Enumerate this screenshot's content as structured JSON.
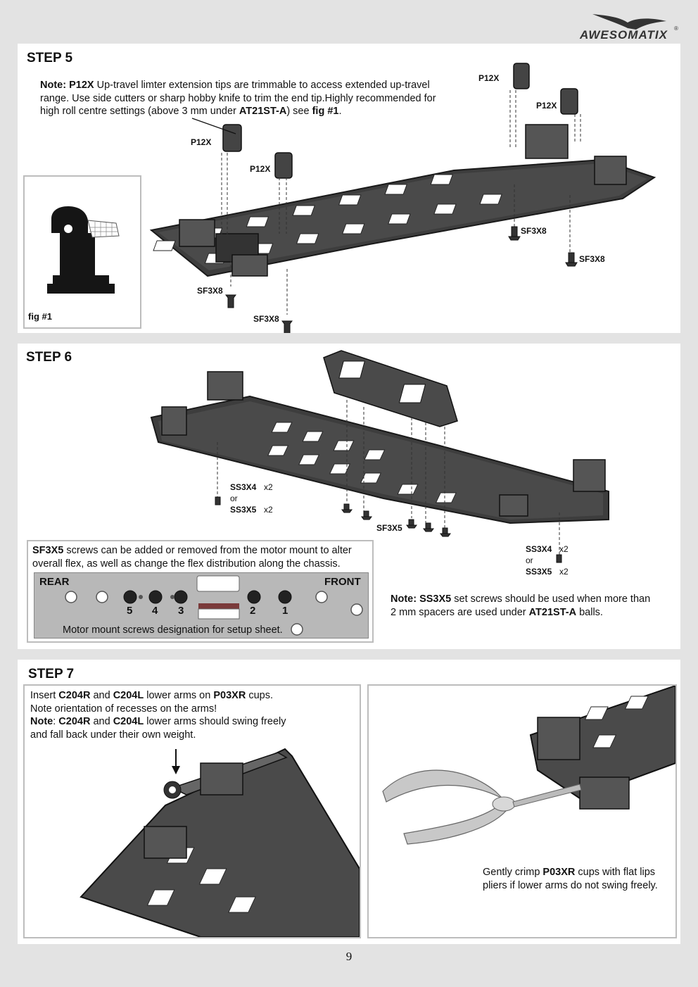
{
  "logo": {
    "text": "AWESOMATIX",
    "reg": "®"
  },
  "step5": {
    "title": "STEP 5",
    "note": {
      "lead": "Note: ",
      "part": "P12X",
      "t1": " Up-travel limter extension tips are trimmable to access extended up-travel range. Use side cutters or sharp hobby knife to trim the end tip.Highly recommended for high roll centre settings (above 3 mm under ",
      "ref": "AT21ST-A",
      "t2": ") see ",
      "fig": "fig #1",
      "t3": "."
    },
    "labels": {
      "p12x": "P12X",
      "sf3x8": "SF3X8"
    },
    "fig_label": "fig #1"
  },
  "step6": {
    "title": "STEP 6",
    "callout1": {
      "a": "SS3X4",
      "ax": "x2",
      "or": "or",
      "b": "SS3X5",
      "bx": "x2"
    },
    "sf3x5": "SF3X5",
    "callout2": {
      "a": "SS3X4",
      "ax": "x2",
      "or": "or",
      "b": "SS3X5",
      "bx": "x2"
    },
    "flex": {
      "part": "SF3X5",
      "text": " screws can be added or removed from the motor mount to alter overall flex, as well as change the flex distribution along the chassis."
    },
    "mount": {
      "rear": "REAR",
      "front": "FRONT",
      "numbers": [
        "5",
        "4",
        "3",
        "2",
        "1"
      ],
      "caption": "Motor mount screws designation for setup sheet."
    },
    "note": {
      "lead": "Note: ",
      "part": "SS3X5",
      "t1": " set screws should be used when more than 2 mm spacers are used under ",
      "ref": "AT21ST-A",
      "t2": " balls."
    }
  },
  "step7": {
    "title": "STEP 7",
    "left": {
      "l1a": "Insert ",
      "p1": "C204R",
      "l1b": " and ",
      "p2": "C204L",
      "l1c": " lower arms on ",
      "p3": "P03XR",
      "l1d": " cups.",
      "l2": "Note orientation of recesses on the arms!",
      "l3a": "Note",
      "l3b": ": ",
      "p4": "C204R",
      "l3c": " and ",
      "p5": "C204L",
      "l3d": " lower arms should swing freely and fall back under their own weight."
    },
    "right": {
      "a": "Gently crimp ",
      "part": "P03XR",
      "b": " cups with flat lips pliers if lower arms do not swing freely."
    }
  },
  "page_number": "9"
}
